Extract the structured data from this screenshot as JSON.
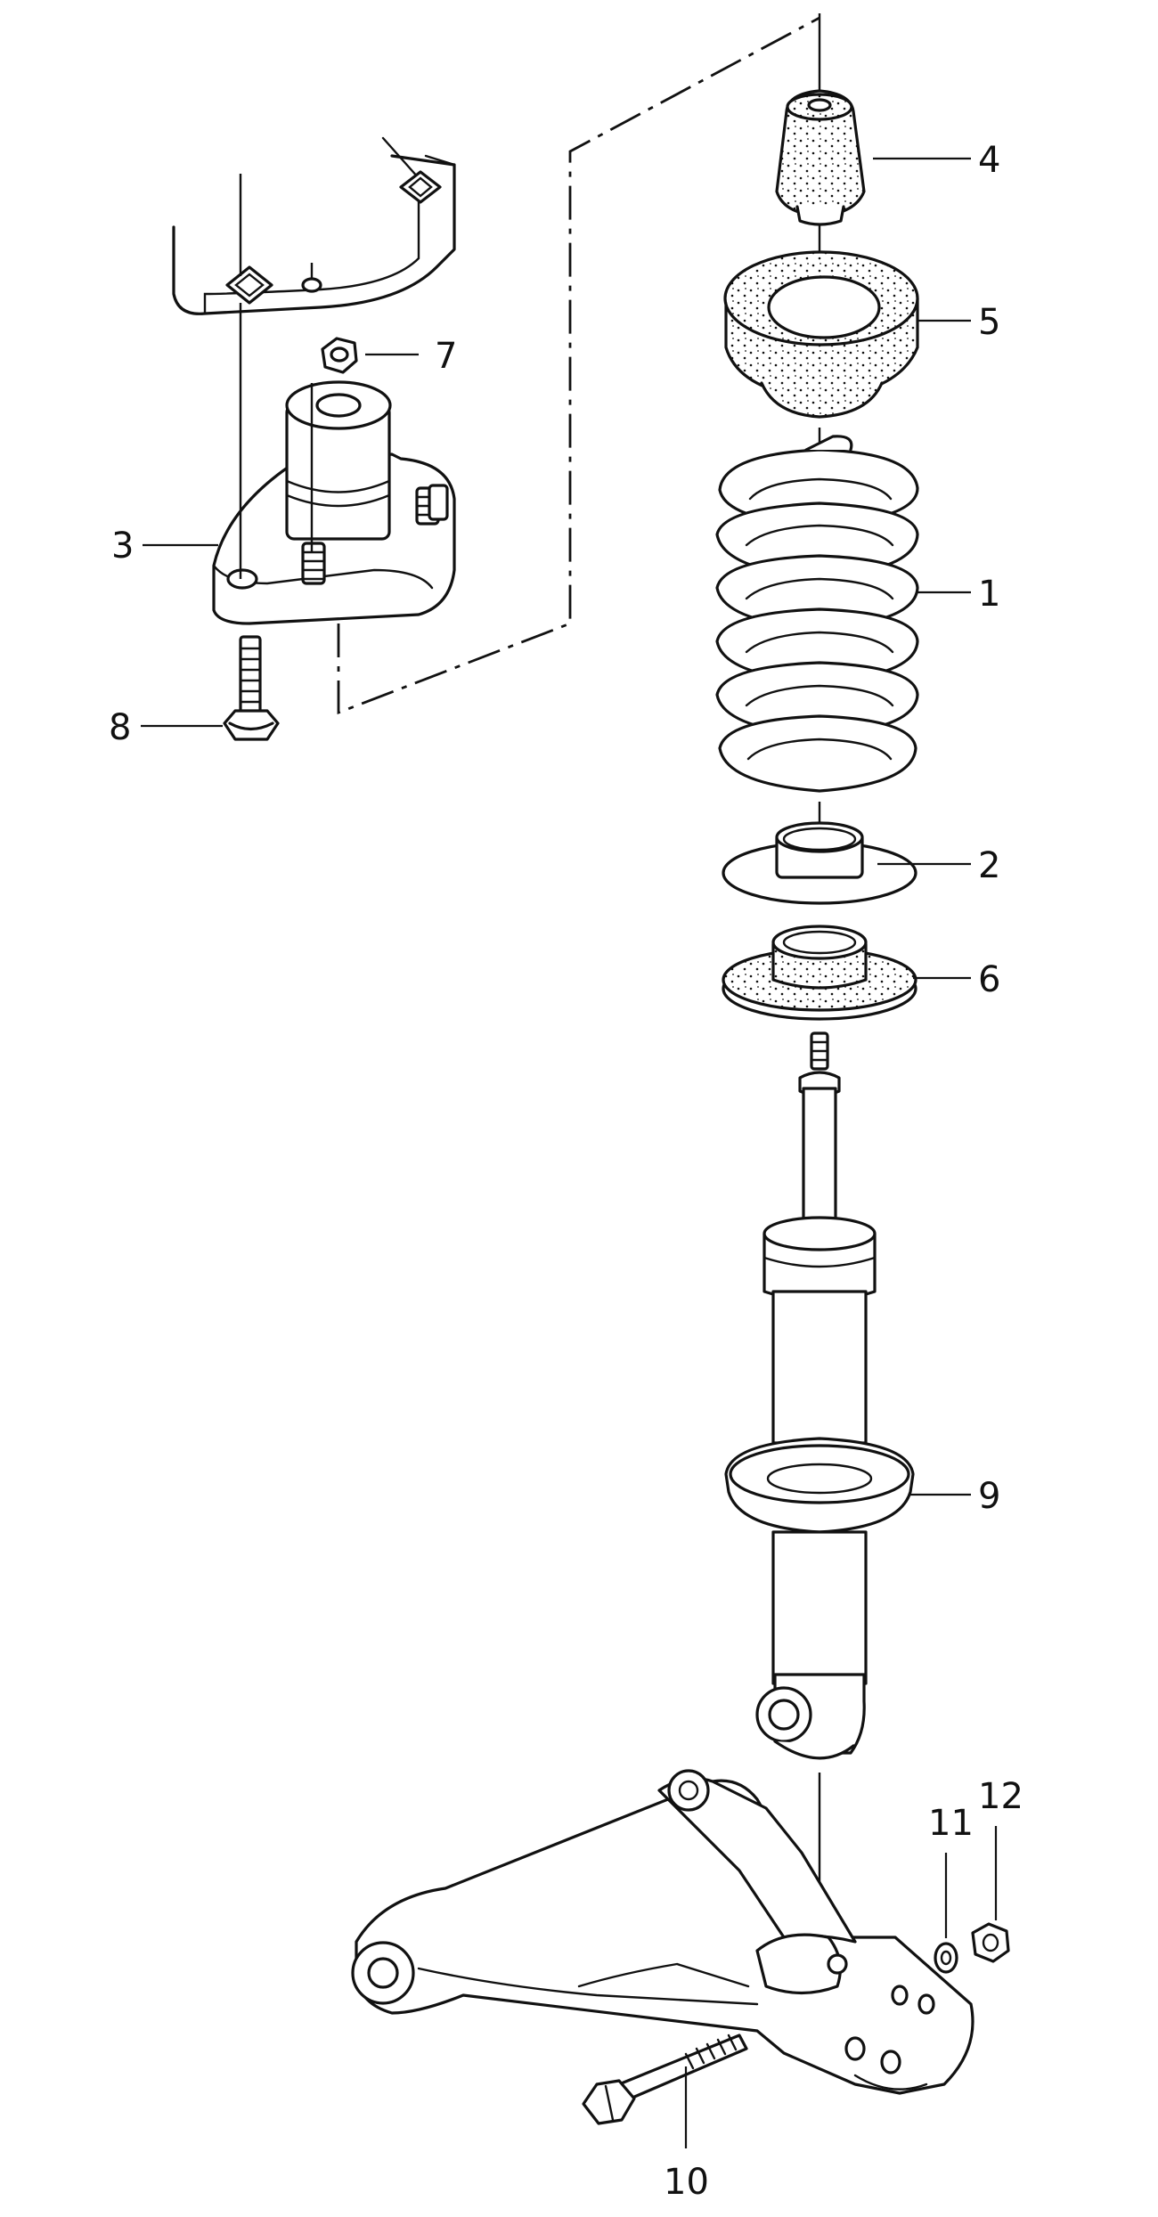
{
  "callouts": [
    {
      "id": "spring",
      "text": "1"
    },
    {
      "id": "spring-seat-ring",
      "text": "2"
    },
    {
      "id": "strut-mount",
      "text": "3"
    },
    {
      "id": "bump-stop",
      "text": "4"
    },
    {
      "id": "upper-spring-pad",
      "text": "5"
    },
    {
      "id": "lower-spring-pad",
      "text": "6"
    },
    {
      "id": "mount-nut",
      "text": "7"
    },
    {
      "id": "mount-bolt",
      "text": "8"
    },
    {
      "id": "shock-absorber",
      "text": "9"
    },
    {
      "id": "lower-bolt",
      "text": "10"
    },
    {
      "id": "washer",
      "text": "11"
    },
    {
      "id": "lower-nut",
      "text": "12"
    }
  ]
}
